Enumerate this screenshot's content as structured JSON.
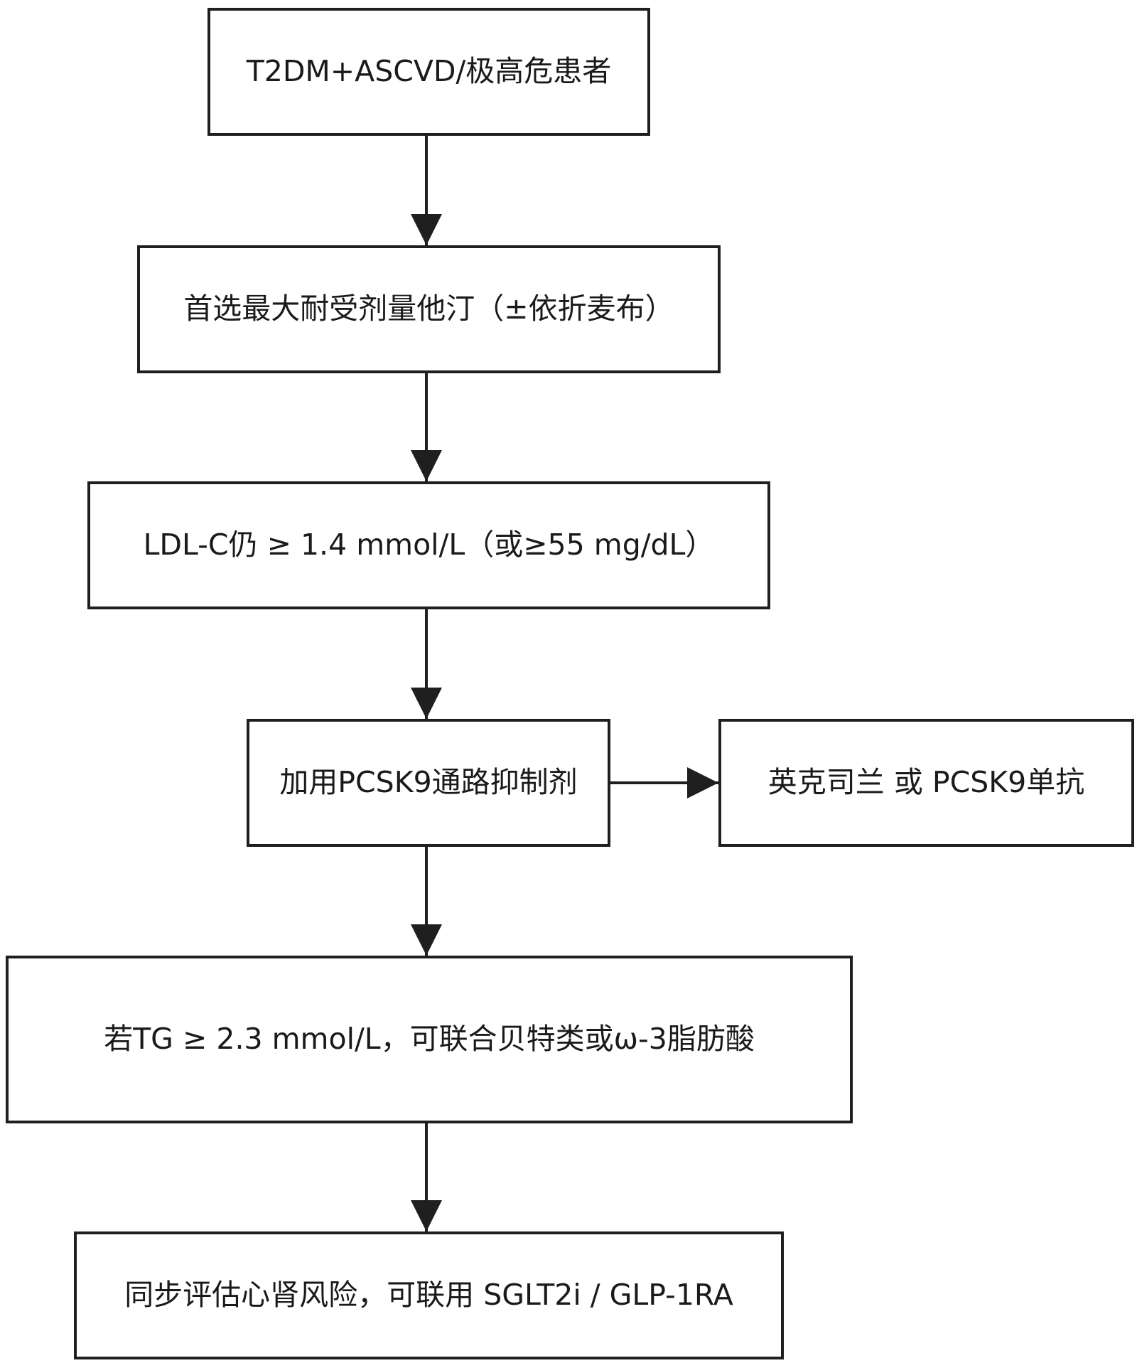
{
  "diagram": {
    "nodes": [
      {
        "id": "n1",
        "label": "T2DM+ASCVD/极高危患者"
      },
      {
        "id": "n2",
        "label": "首选最大耐受剂量他汀（±依折麦布）"
      },
      {
        "id": "n3",
        "label": "LDL-C仍 ≥ 1.4 mmol/L（或≥55 mg/dL）"
      },
      {
        "id": "n4",
        "label": "加用PCSK9通路抑制剂"
      },
      {
        "id": "n5",
        "label": "英克司兰 或 PCSK9单抗"
      },
      {
        "id": "n6",
        "label": "若TG ≥ 2.3 mmol/L，可联合贝特类或ω-3脂肪酸"
      },
      {
        "id": "n7",
        "label": "同步评估心肾风险，可联用 SGLT2i / GLP-1RA"
      }
    ],
    "edges": [
      {
        "from": "n1",
        "to": "n2"
      },
      {
        "from": "n2",
        "to": "n3"
      },
      {
        "from": "n3",
        "to": "n4"
      },
      {
        "from": "n4",
        "to": "n5"
      },
      {
        "from": "n4",
        "to": "n6"
      },
      {
        "from": "n6",
        "to": "n7"
      }
    ],
    "colors": {
      "stroke": "#1f1f1f",
      "text": "#1a1a1a",
      "background": "#ffffff"
    }
  }
}
